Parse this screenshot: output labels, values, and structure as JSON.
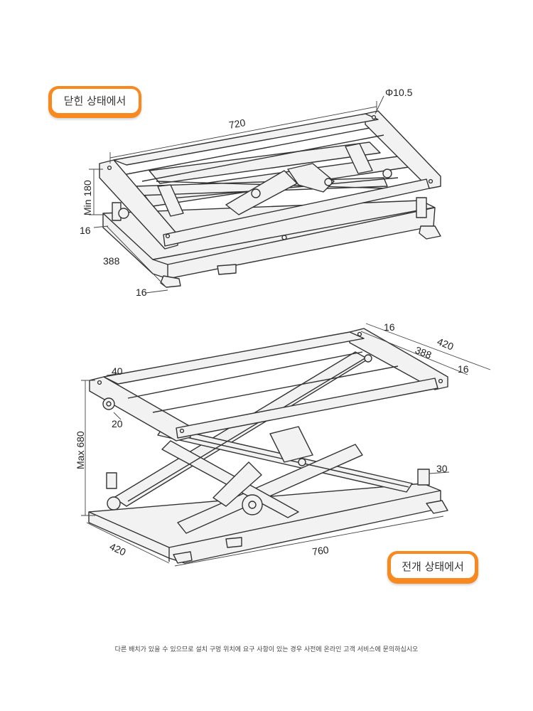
{
  "labels": {
    "closed_state": "닫힌 상태에서",
    "open_state": "전개 상태에서"
  },
  "dimensions": {
    "top": {
      "hole_diameter": "Φ10.5",
      "length": "720",
      "min_height": "Min 180",
      "thickness_upper": "16",
      "width": "388",
      "thickness_lower": "16"
    },
    "bottom": {
      "top_thickness": "16",
      "outer_width": "420",
      "inner_width": "388",
      "side_thickness": "16",
      "beam_width": "40",
      "roller_offset": "20",
      "max_height": "Max 680",
      "post_height": "30",
      "base_width": "420",
      "base_length": "760"
    }
  },
  "footnote": "다른 배치가 있을 수 있으므로 설치 구멍 위치에 요구 사항이 있는 경우 사전에 온라인 고객 서비스에 문의하십시오",
  "colors": {
    "accent": "#f7891f",
    "line": "#333333",
    "frame_fill": "#f2f2f2"
  }
}
